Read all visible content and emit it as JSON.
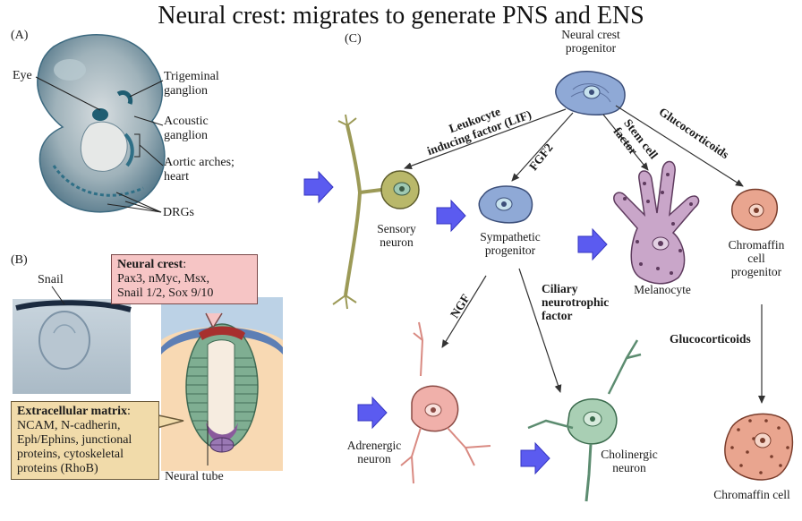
{
  "title": "Neural crest: migrates to generate PNS and ENS",
  "panel_a": {
    "letter": "(A)",
    "labels": {
      "eye": "Eye",
      "trigeminal": [
        "Trigeminal",
        "ganglion"
      ],
      "acoustic": [
        "Acoustic",
        "ganglion"
      ],
      "aortic": [
        "Aortic arches;",
        "heart"
      ],
      "drgs": "DRGs"
    }
  },
  "panel_b": {
    "letter": "(B)",
    "snail": "Snail",
    "neural_crest_box": {
      "heading": "Neural crest",
      "lines": [
        "Pax3, nMyc, Msx,",
        "Snail 1/2, Sox 9/10"
      ]
    },
    "ecm_box": {
      "heading": "Extracellular matrix",
      "lines": [
        "NCAM, N-cadherin,",
        "Eph/Ephins, junctional",
        "proteins, cytoskeletal",
        "proteins (RhoB)"
      ]
    },
    "neural_tube": "Neural tube"
  },
  "panel_c": {
    "letter": "(C)",
    "progenitor": [
      "Neural crest",
      "progenitor"
    ],
    "sensory": [
      "Sensory",
      "neuron"
    ],
    "sympathetic": [
      "Sympathetic",
      "progenitor"
    ],
    "melanocyte": "Melanocyte",
    "chromaffin_prog": [
      "Chromaffin",
      "cell",
      "progenitor"
    ],
    "adrenergic": [
      "Adrenergic",
      "neuron"
    ],
    "cholinergic": [
      "Cholinergic",
      "neuron"
    ],
    "chromaffin_cell": "Chromaffin cell",
    "factors": {
      "lif": [
        "Leukocyte",
        "inducing factor (LIF)"
      ],
      "fgf2": "FGF2",
      "scf": [
        "Stem cell",
        "factor"
      ],
      "gluco1": "Glucocorticoids",
      "ngf": "NGF",
      "cntf": [
        "Ciliary",
        "neurotrophic",
        "factor"
      ],
      "gluco2": "Glucocorticoids"
    }
  },
  "colors": {
    "arrow_blue": "#5b5bf0",
    "progenitor": "#8fa9d6",
    "sensory": "#b9b86a",
    "melanocyte": "#c9a6c9",
    "chromaffin": "#e9a58f",
    "adrenergic": "#f0b0aa",
    "cholinergic": "#a9cfb4"
  }
}
